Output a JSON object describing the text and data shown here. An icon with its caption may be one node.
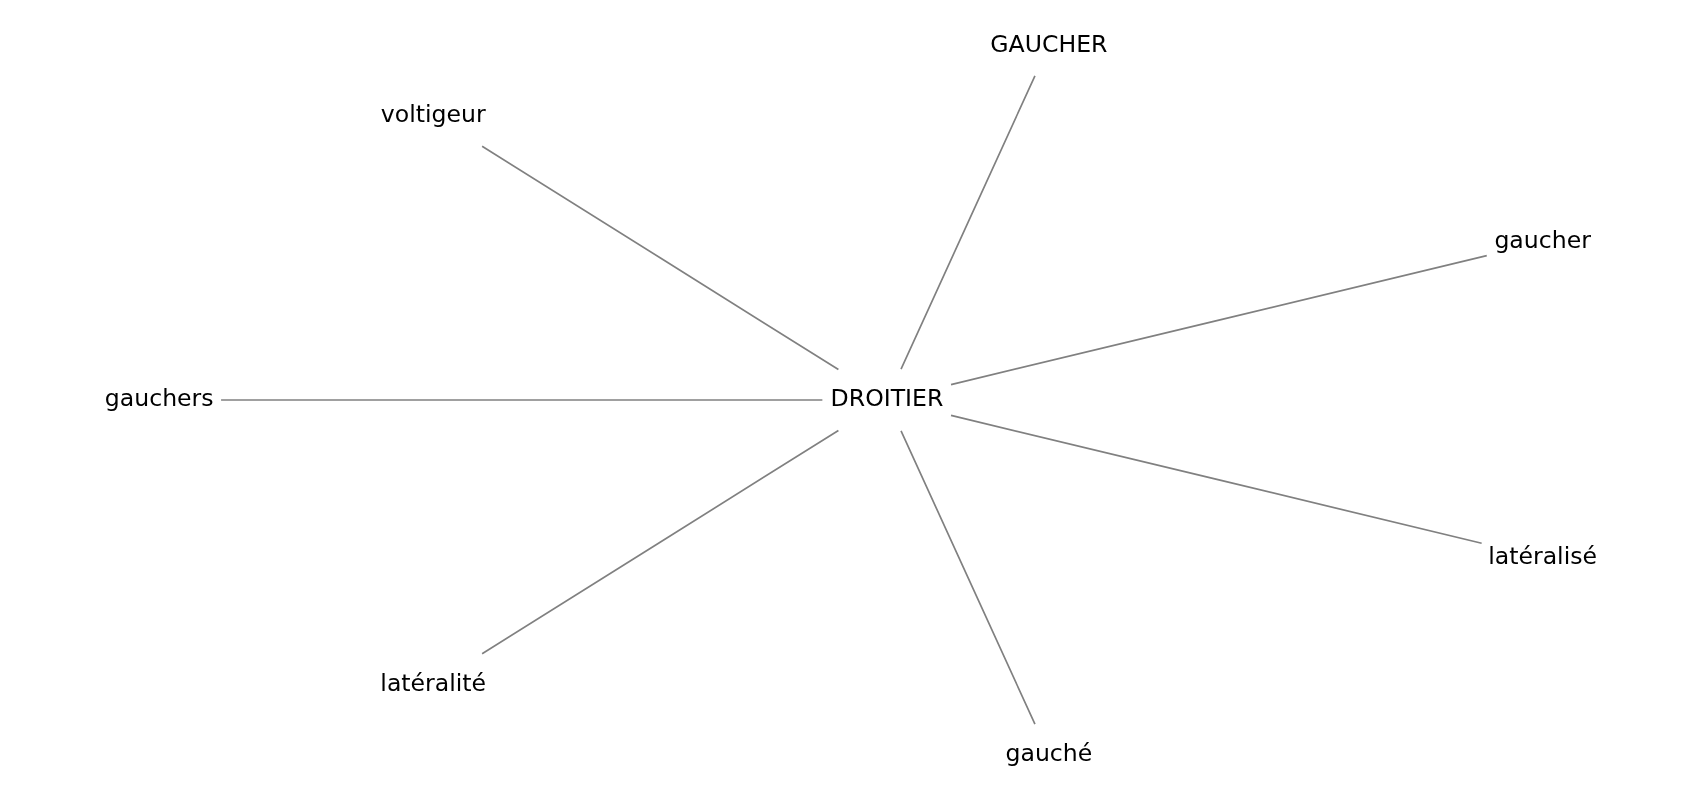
{
  "diagram": {
    "nodes": [
      {
        "text": [
          "voltigeur"
        ]
      },
      {
        "text": [
          "GAUCHER"
        ]
      },
      {
        "text": [
          "gauchers"
        ]
      },
      {
        "text": [
          "gaucher"
        ]
      },
      {
        "text": [
          "DROITIER"
        ]
      },
      {
        "text": [
          "latéralité"
        ]
      },
      {
        "text": [
          "latéralisé"
        ]
      },
      {
        "text": [
          "gauché"
        ]
      }
    ],
    "edges": [
      {
        "from": 4,
        "to": 0,
        "arrow": "none"
      },
      {
        "from": 4,
        "to": 1,
        "arrow": "none"
      },
      {
        "from": 4,
        "to": 3,
        "arrow": "none"
      },
      {
        "from": 4,
        "to": 6,
        "arrow": "none"
      },
      {
        "from": 4,
        "to": 7,
        "arrow": "none"
      },
      {
        "from": 4,
        "to": 5,
        "arrow": "none"
      },
      {
        "from": 4,
        "to": 2,
        "arrow": "none"
      }
    ]
  }
}
